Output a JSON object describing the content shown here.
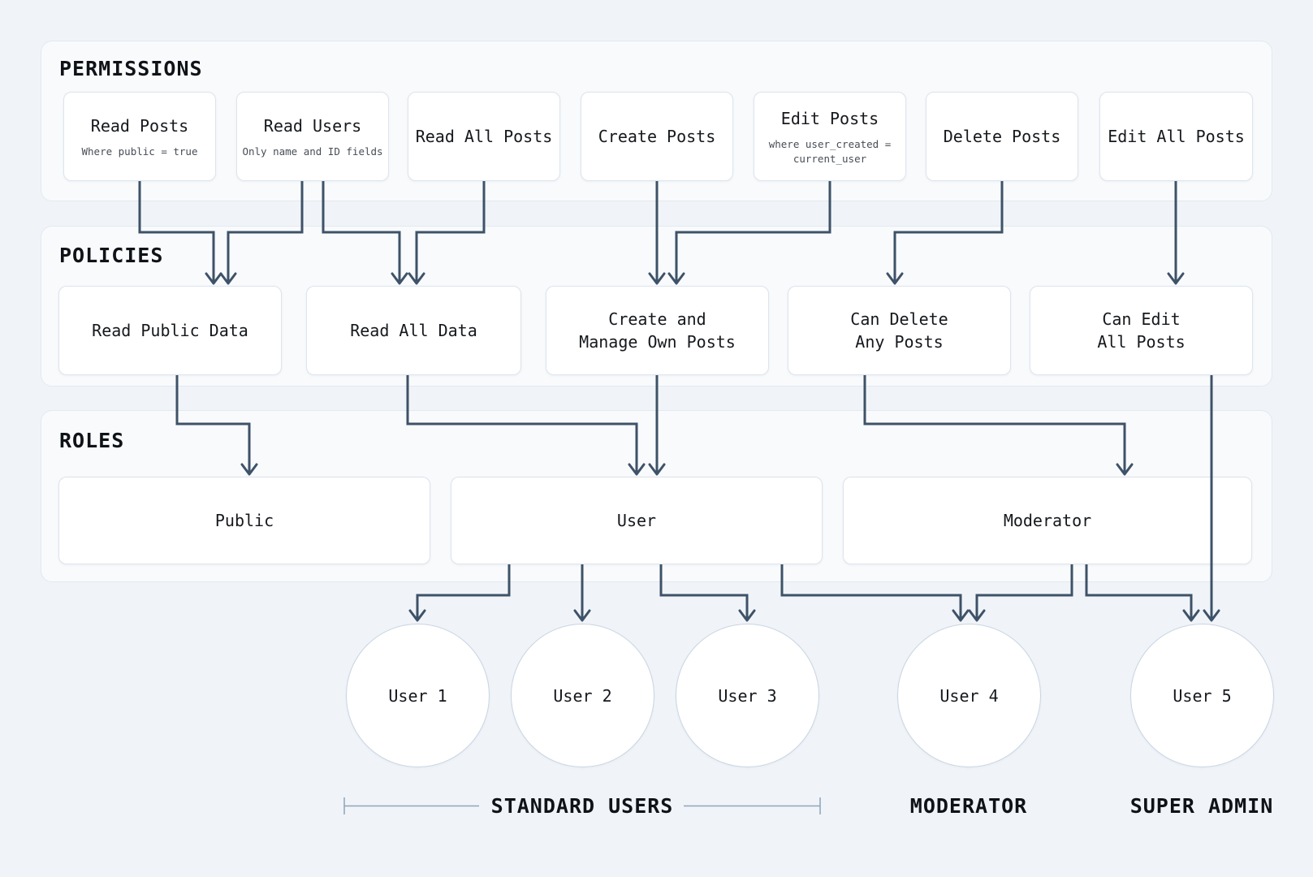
{
  "sections": {
    "permissions": {
      "title": "PERMISSIONS",
      "items": [
        {
          "title": "Read Posts",
          "sub": "Where public = true"
        },
        {
          "title": "Read Users",
          "sub": "Only name and ID fields"
        },
        {
          "title": "Read All Posts"
        },
        {
          "title": "Create Posts"
        },
        {
          "title": "Edit Posts",
          "sub": "where user_created =\ncurrent_user"
        },
        {
          "title": "Delete Posts"
        },
        {
          "title": "Edit All Posts"
        }
      ]
    },
    "policies": {
      "title": "POLICIES",
      "items": [
        {
          "title": "Read Public Data"
        },
        {
          "title": "Read All Data"
        },
        {
          "title": "Create and\nManage Own Posts"
        },
        {
          "title": "Can Delete\nAny Posts"
        },
        {
          "title": "Can Edit\nAll Posts"
        }
      ]
    },
    "roles": {
      "title": "ROLES",
      "items": [
        {
          "title": "Public"
        },
        {
          "title": "User"
        },
        {
          "title": "Moderator"
        }
      ]
    }
  },
  "users": {
    "items": [
      {
        "label": "User 1"
      },
      {
        "label": "User 2"
      },
      {
        "label": "User 3"
      },
      {
        "label": "User 4"
      },
      {
        "label": "User 5"
      }
    ]
  },
  "group_labels": {
    "standard_users": "STANDARD USERS",
    "moderator": "MODERATOR",
    "super_admin": "SUPER ADMIN"
  },
  "edges": [
    {
      "from": "Read Posts",
      "to": "Read Public Data"
    },
    {
      "from": "Read Users",
      "to": "Read Public Data"
    },
    {
      "from": "Read Users",
      "to": "Read All Data"
    },
    {
      "from": "Read All Posts",
      "to": "Read All Data"
    },
    {
      "from": "Create Posts",
      "to": "Create and Manage Own Posts"
    },
    {
      "from": "Edit Posts",
      "to": "Create and Manage Own Posts"
    },
    {
      "from": "Delete Posts",
      "to": "Can Delete Any Posts"
    },
    {
      "from": "Edit All Posts",
      "to": "Can Edit All Posts"
    },
    {
      "from": "Read Public Data",
      "to": "Public"
    },
    {
      "from": "Read All Data",
      "to": "User"
    },
    {
      "from": "Create and Manage Own Posts",
      "to": "User"
    },
    {
      "from": "Can Delete Any Posts",
      "to": "Moderator"
    },
    {
      "from": "Can Edit All Posts",
      "to": "User 5"
    },
    {
      "from": "User",
      "to": "User 1"
    },
    {
      "from": "User",
      "to": "User 2"
    },
    {
      "from": "User",
      "to": "User 3"
    },
    {
      "from": "User",
      "to": "User 4"
    },
    {
      "from": "Moderator",
      "to": "User 4"
    },
    {
      "from": "Moderator",
      "to": "User 5"
    }
  ],
  "colors": {
    "page_bg": "#f0f4f8",
    "panel_bg": "#f8fafc",
    "panel_border": "#e3e9f1",
    "node_bg": "#ffffff",
    "node_border": "#dde4ee",
    "circle_border": "#c9d5e3",
    "connector": "#3e5268",
    "bracket": "#8fa3bb",
    "text": "#15181c",
    "subtext": "#474d55"
  }
}
